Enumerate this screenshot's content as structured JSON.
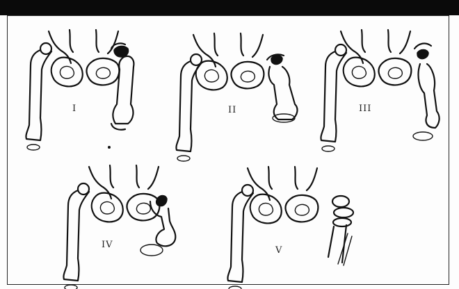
{
  "panels": [
    {
      "label": "I"
    },
    {
      "label": "II"
    },
    {
      "label": "III"
    },
    {
      "label": "IV"
    },
    {
      "label": "V"
    }
  ]
}
